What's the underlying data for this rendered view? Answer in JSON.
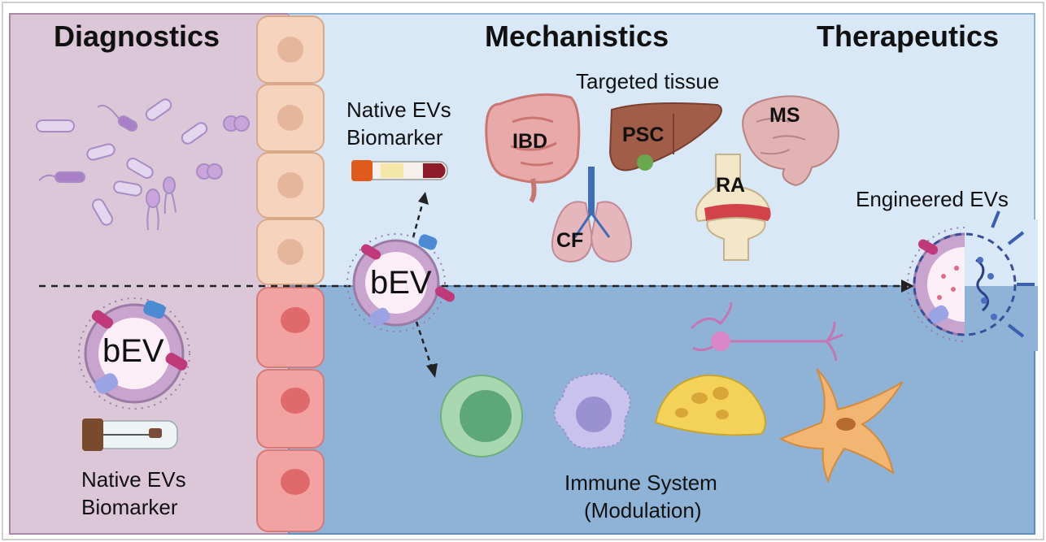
{
  "sections": {
    "diagnostics": "Diagnostics",
    "mechanistics": "Mechanistics",
    "therapeutics": "Therapeutics"
  },
  "labels": {
    "native_evs_top": [
      "Native EVs",
      "Biomarker"
    ],
    "native_evs_bottom": [
      "Native EVs",
      "Biomarker"
    ],
    "targeted_tissue": "Targeted tissue",
    "engineered_evs": "Engineered EVs",
    "immune_system": [
      "Immune System",
      "(Modulation)"
    ],
    "bev": "bEV"
  },
  "organs": {
    "ibd": "IBD",
    "psc": "PSC",
    "ms": "MS",
    "ra": "RA",
    "cf": "CF"
  },
  "colors": {
    "diagnostics_bg": "#dcc7d9",
    "top_bg": "#d9e8f6",
    "bottom_bg": "#8fb3d6",
    "upper_cells": "#f6d3bd",
    "lower_cells": "#f2a3a1"
  }
}
